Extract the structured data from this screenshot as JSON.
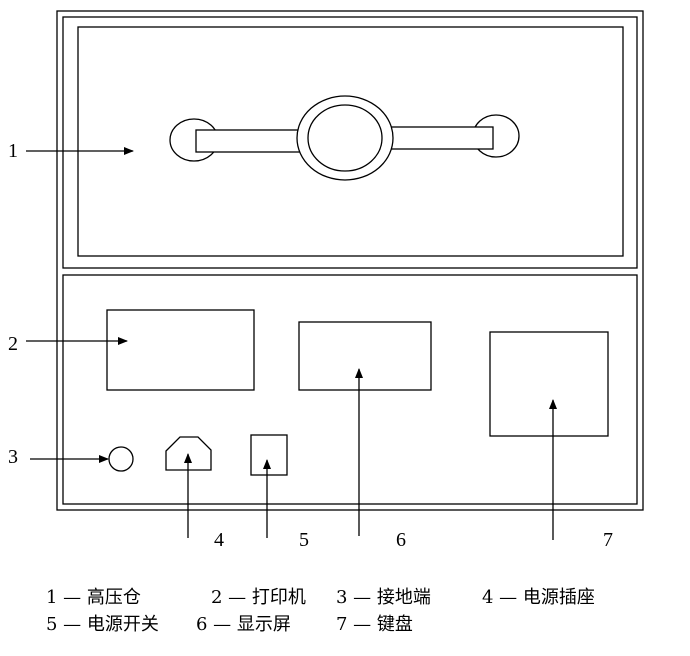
{
  "callouts": [
    {
      "id": "1",
      "label": "1"
    },
    {
      "id": "2",
      "label": "2"
    },
    {
      "id": "3",
      "label": "3"
    },
    {
      "id": "4",
      "label": "4"
    },
    {
      "id": "5",
      "label": "5"
    },
    {
      "id": "6",
      "label": "6"
    },
    {
      "id": "7",
      "label": "7"
    }
  ],
  "legend": {
    "row1": [
      "1 — 高压仓",
      "2 — 打印机",
      "3 — 接地端",
      "4 — 电源插座"
    ],
    "row2": [
      "5 — 电源开关",
      "6 — 显示屏",
      "7 — 键盘"
    ]
  }
}
